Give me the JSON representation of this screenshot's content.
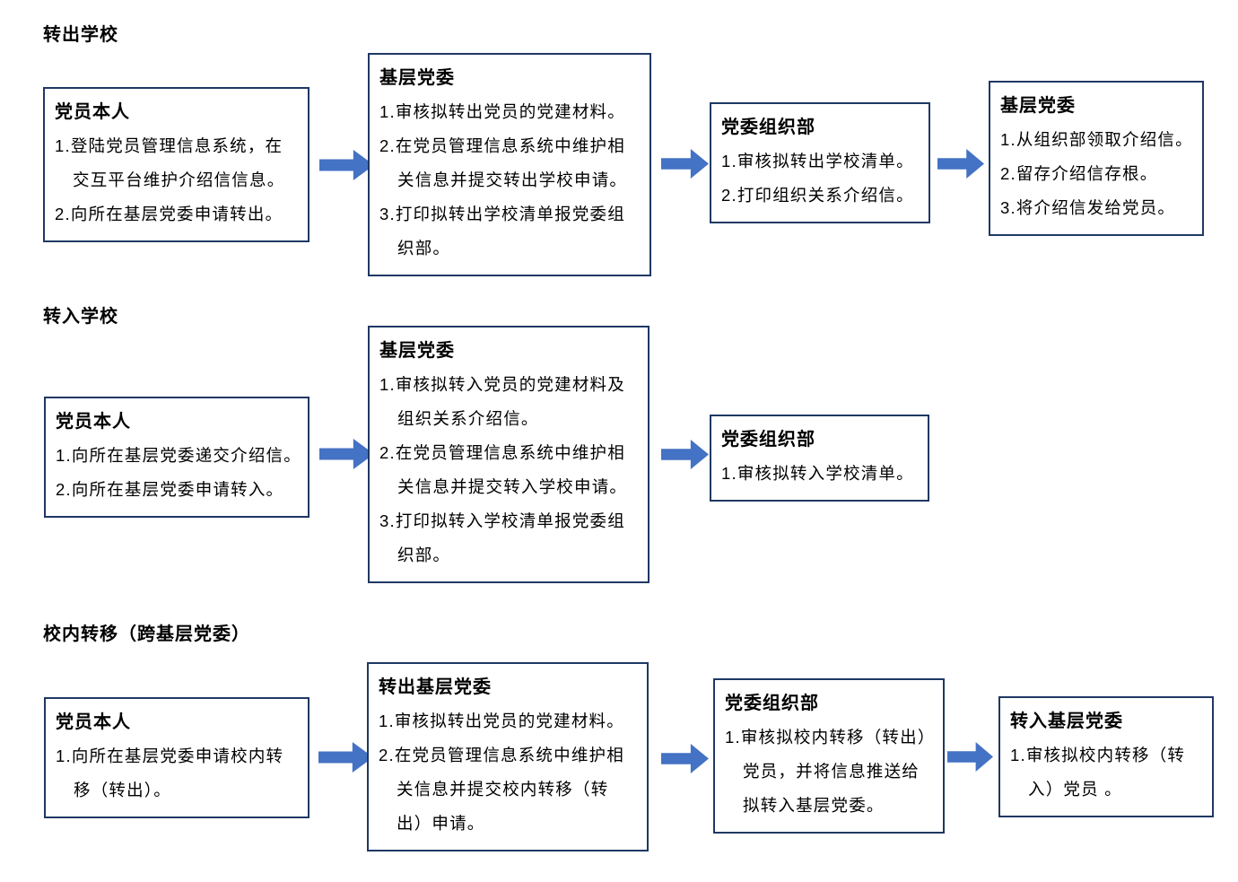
{
  "colors": {
    "box_border": "#1F3864",
    "arrow_fill": "#4472C4",
    "text": "#000000",
    "background": "#FFFFFF"
  },
  "sections": [
    {
      "title": "转出学校",
      "boxes": [
        {
          "heading": "党员本人",
          "items": [
            "1.登陆党员管理信息系统，在\n交互平台维护介绍信信息。",
            "2.向所在基层党委申请转出。"
          ]
        },
        {
          "heading": "基层党委",
          "items": [
            "1.审核拟转出党员的党建材料。",
            "2.在党员管理信息系统中维护相\n关信息并提交转出学校申请。",
            "3.打印拟转出学校清单报党委组\n织部。"
          ]
        },
        {
          "heading": "党委组织部",
          "items": [
            "1.审核拟转出学校清单。",
            "2.打印组织关系介绍信。"
          ]
        },
        {
          "heading": "基层党委",
          "items": [
            "1.从组织部领取介绍信。",
            "2.留存介绍信存根。",
            "3.将介绍信发给党员。"
          ]
        }
      ]
    },
    {
      "title": "转入学校",
      "boxes": [
        {
          "heading": "党员本人",
          "items": [
            "1.向所在基层党委递交介绍信。",
            "2.向所在基层党委申请转入。"
          ]
        },
        {
          "heading": "基层党委",
          "items": [
            "1.审核拟转入党员的党建材料及\n组织关系介绍信。",
            "2.在党员管理信息系统中维护相\n关信息并提交转入学校申请。",
            "3.打印拟转入学校清单报党委组\n织部。"
          ]
        },
        {
          "heading": "党委组织部",
          "items": [
            "1.审核拟转入学校清单。"
          ]
        }
      ]
    },
    {
      "title": "校内转移（跨基层党委）",
      "boxes": [
        {
          "heading": "党员本人",
          "items": [
            "1.向所在基层党委申请校内转\n移（转出）。"
          ]
        },
        {
          "heading": "转出基层党委",
          "items": [
            "1.审核拟转出党员的党建材料。",
            "2.在党员管理信息系统中维护相\n关信息并提交校内转移（转\n出）申请。"
          ]
        },
        {
          "heading": "党委组织部",
          "items": [
            "1.审核拟校内转移（转出）\n党员，并将信息推送给\n拟转入基层党委。"
          ]
        },
        {
          "heading": "转入基层党委",
          "items": [
            "1.审核拟校内转移（转\n入）党员 。"
          ]
        }
      ]
    }
  ]
}
